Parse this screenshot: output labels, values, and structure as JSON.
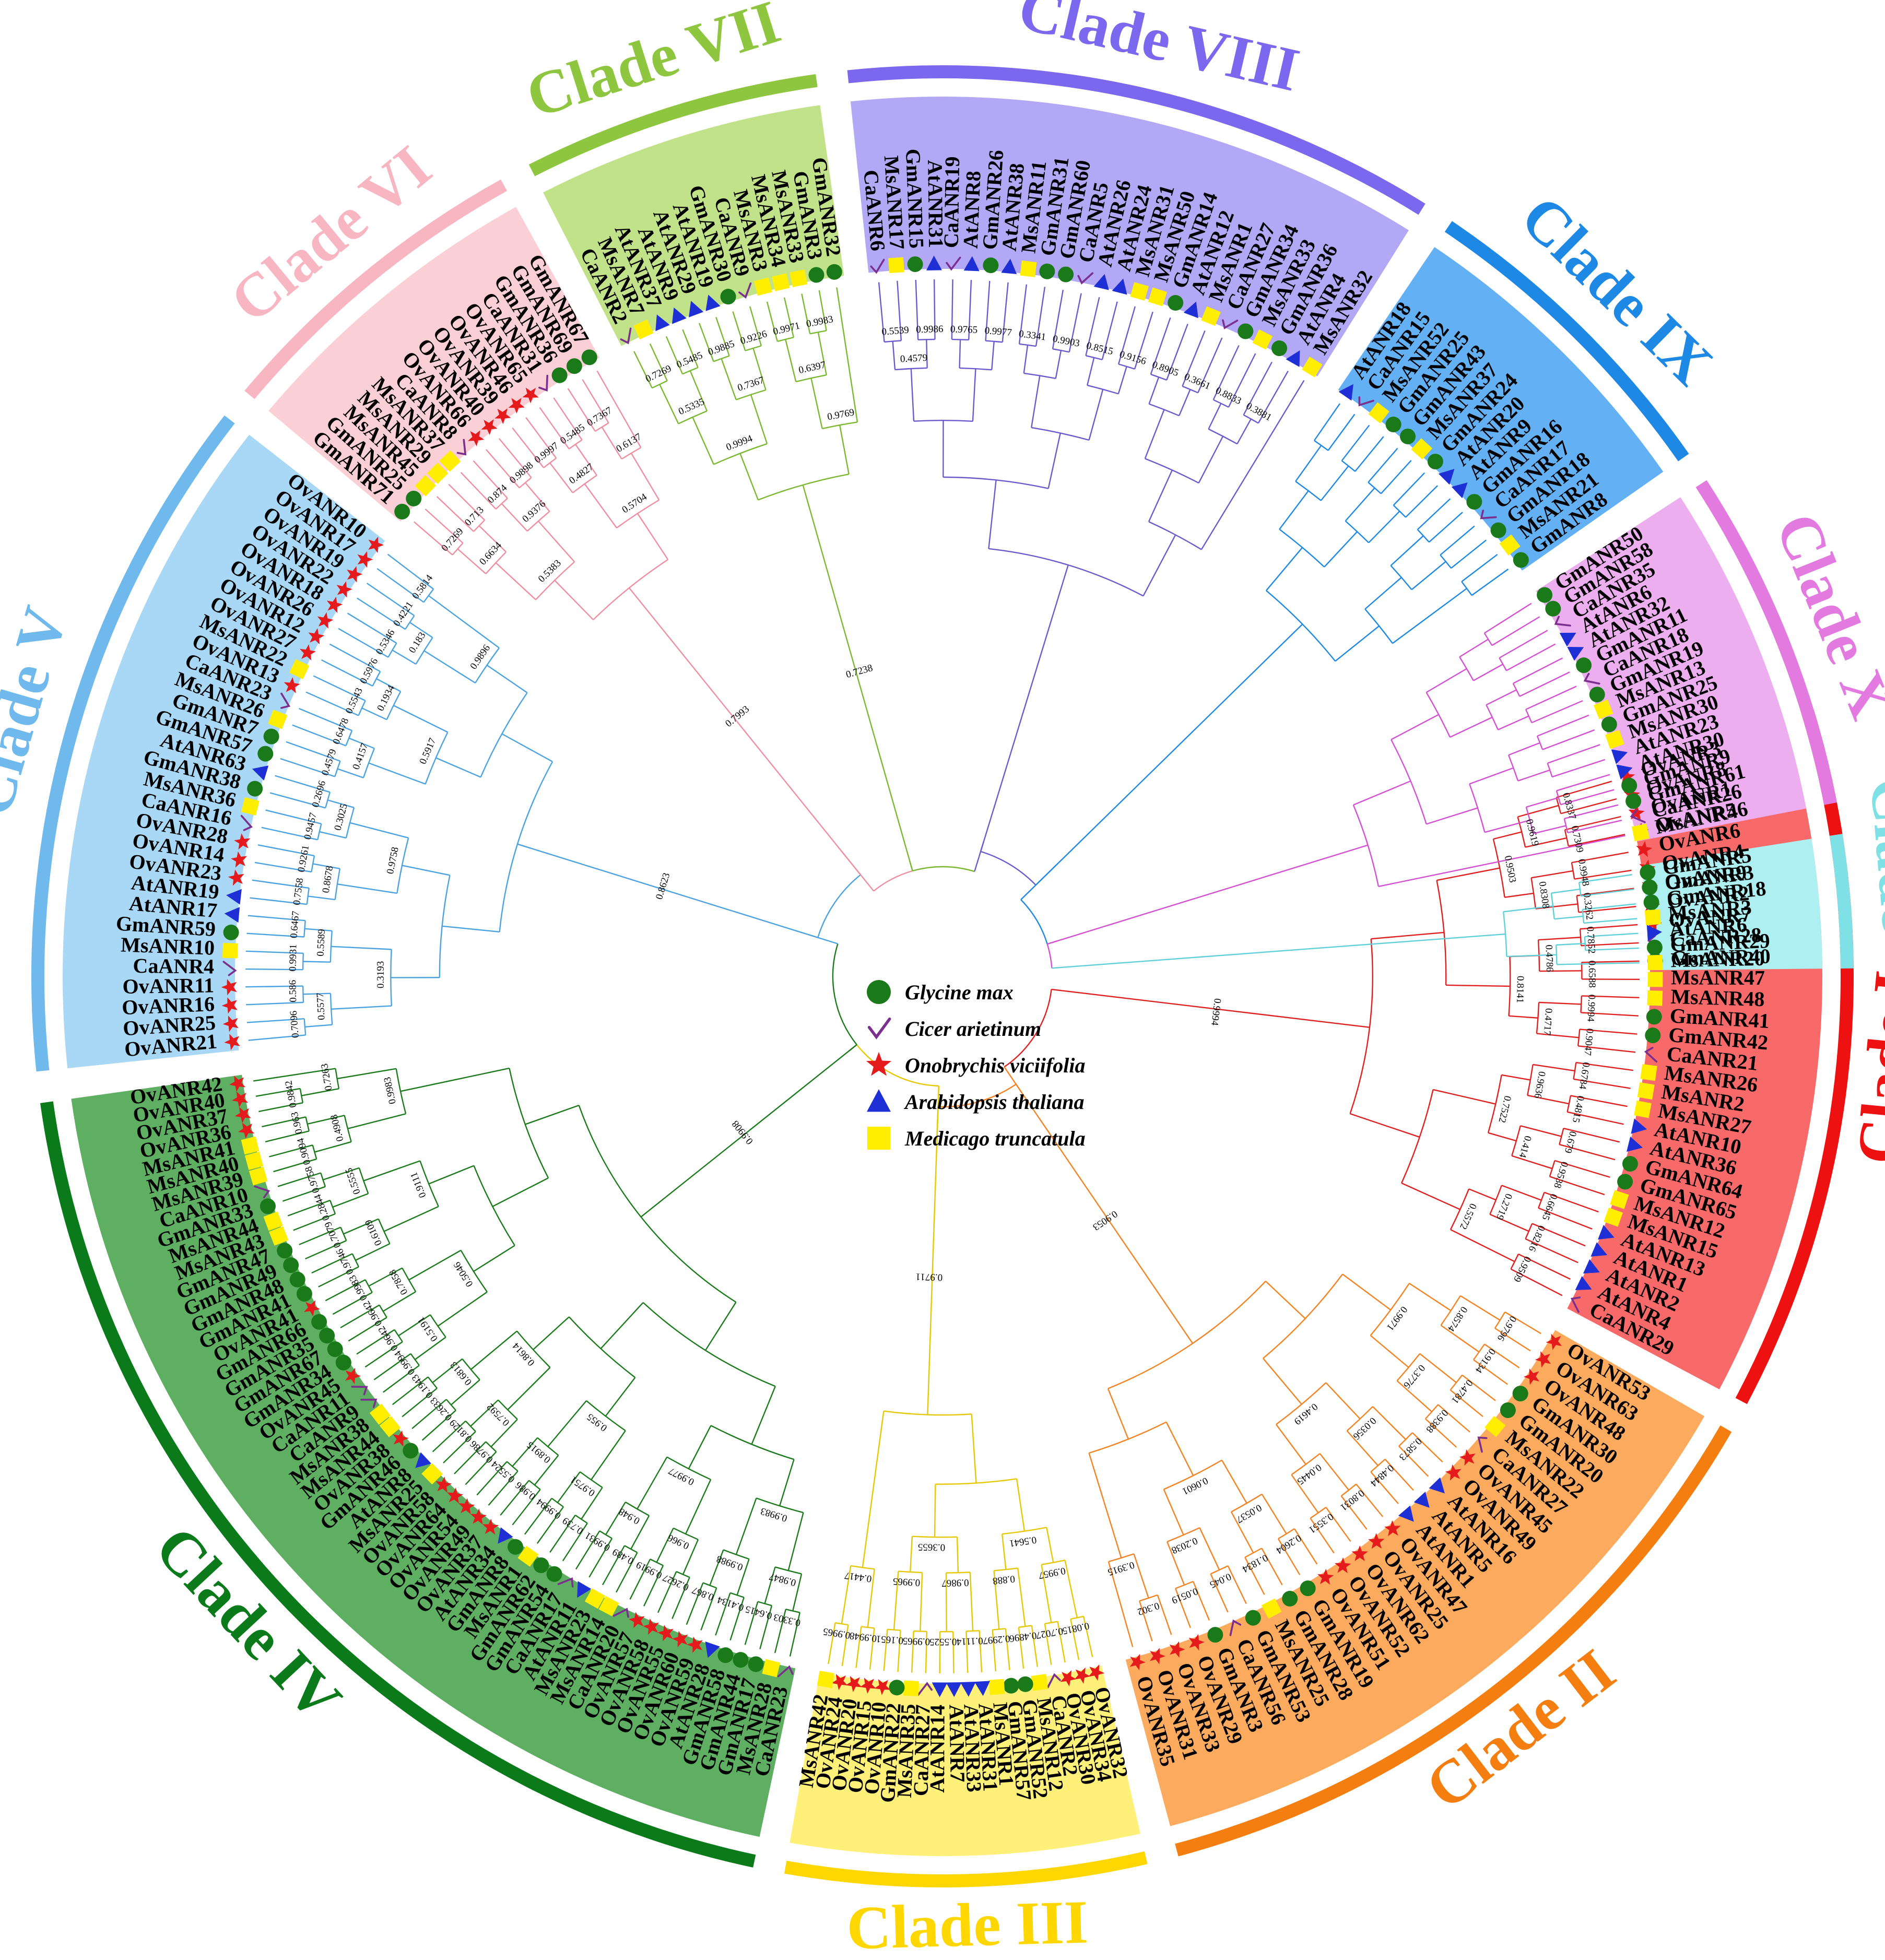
{
  "legend": [
    {
      "species": "Glycine max",
      "shape": "circle",
      "color": "#1a7a1a"
    },
    {
      "species": "Cicer arietinum",
      "shape": "check",
      "color": "#7b2f8f"
    },
    {
      "species": "Onobrychis viciifolia",
      "shape": "star",
      "color": "#e41a1c"
    },
    {
      "species": "Arabidopsis thaliana",
      "shape": "triangle",
      "color": "#1f2fd6"
    },
    {
      "species": "Medicago truncatula",
      "shape": "square",
      "color": "#ffee00"
    }
  ],
  "prefix_species": {
    "Gm": "Glycine max",
    "Ca": "Cicer arietinum",
    "Ov": "Onobrychis viciifolia",
    "At": "Arabidopsis thaliana",
    "Ms": "Medicago truncatula"
  },
  "clades": [
    {
      "label": "Clade I",
      "ring_color": "#ee1111",
      "fill_color": "#f86a6a",
      "branch_color": "#e02020",
      "leaves": [
        "OvANR3",
        "OvANR8",
        "OvANR1",
        "OvANR5",
        "OvANR6",
        "OvANR4",
        "OvANR9",
        "OvANR2",
        "OvANR7",
        "CaANR28",
        "GmANR40",
        "MsANR47",
        "MsANR48",
        "GmANR41",
        "GmANR42",
        "CaANR21",
        "MsANR26",
        "MsANR2",
        "MsANR27",
        "AtANR10",
        "AtANR36",
        "GmANR64",
        "GmANR65",
        "MsANR12",
        "MsANR15",
        "AtANR13",
        "AtANR1",
        "AtANR2",
        "AtANR4",
        "CaANR29"
      ]
    },
    {
      "label": "Clade II",
      "ring_color": "#f57e10",
      "fill_color": "#fcaa5e",
      "branch_color": "#f58220",
      "leaves": [
        "OvANR53",
        "OvANR63",
        "OvANR48",
        "GmANR30",
        "GmANR20",
        "MsANR22",
        "CaANR27",
        "OvANR45",
        "OvANR49",
        "AtANR16",
        "AtANR5",
        "AtANR1",
        "OvANR47",
        "OvANR25",
        "OvANR62",
        "OvANR52",
        "OvANR51",
        "GmANR19",
        "GmANR28",
        "MsANR25",
        "GmANR53",
        "CaANR56",
        "GmANR3",
        "OvANR29",
        "OvANR33",
        "OvANR31",
        "OvANR35"
      ]
    },
    {
      "label": "Clade III",
      "ring_color": "#ffd700",
      "fill_color": "#fff07a",
      "branch_color": "#e6c800",
      "leaves": [
        "OvANR32",
        "OvANR34",
        "OvANR30",
        "CaANR2",
        "MsANR12",
        "GmANR52",
        "GmANR57",
        "MsANR1",
        "AtANR31",
        "AtANR33",
        "AtANR7",
        "AtANR14",
        "CaANR27",
        "MsANR35",
        "GmANR22",
        "OvANR10",
        "OvANR15",
        "OvANR20",
        "OvANR24",
        "MsANR42"
      ]
    },
    {
      "label": "Clade IV",
      "ring_color": "#0a7a1a",
      "fill_color": "#5faf62",
      "branch_color": "#1b7a1b",
      "leaves": [
        "CaANR23",
        "MsANR28",
        "GmANR17",
        "GmANR44",
        "GmANR58",
        "AtANR28",
        "OvANR59",
        "OvANR60",
        "OvANR55",
        "OvANR58",
        "OvANR57",
        "CaANR20",
        "MsANR14",
        "MsANR23",
        "AtANR11",
        "CaANR17",
        "GmANR54",
        "GmANR62",
        "MsANR1",
        "GmANR8",
        "AtANR34",
        "OvANR37",
        "OvANR49",
        "OvANR54",
        "OvANR64",
        "OvANR58",
        "MsANR25",
        "AtANR8",
        "GmANR46",
        "OvANR38",
        "MsANR44",
        "MsANR38",
        "CaANR9",
        "CaANR11",
        "OvANR45",
        "GmANR34",
        "GmANR67",
        "GmANR35",
        "GmANR66",
        "OvANR41",
        "GmANR41",
        "GmANR48",
        "GmANR49",
        "GmANR47",
        "MsANR43",
        "MsANR44",
        "GmANR33",
        "CaANR10",
        "MsANR39",
        "MsANR40",
        "MsANR41",
        "OvANR36",
        "OvANR37",
        "OvANR40",
        "OvANR42"
      ]
    },
    {
      "label": "Clade V",
      "ring_color": "#6fb9ec",
      "fill_color": "#a8d8f5",
      "branch_color": "#4aa3e0",
      "leaves": [
        "OvANR21",
        "OvANR25",
        "OvANR16",
        "OvANR11",
        "CaANR4",
        "MsANR10",
        "GmANR59",
        "AtANR17",
        "AtANR19",
        "OvANR23",
        "OvANR14",
        "OvANR28",
        "CaANR16",
        "MsANR36",
        "GmANR38",
        "AtANR63",
        "GmANR57",
        "GmANR7",
        "MsANR26",
        "CaANR23",
        "OvANR13",
        "MsANR22",
        "OvANR27",
        "OvANR12",
        "OvANR26",
        "OvANR18",
        "OvANR22",
        "OvANR19",
        "OvANR17",
        "OvANR10"
      ]
    },
    {
      "label": "Clade VI",
      "ring_color": "#f7b6c2",
      "fill_color": "#fbcfd6",
      "branch_color": "#f08ea0",
      "leaves": [
        "GmANR71",
        "GmANR25",
        "MsANR45",
        "MsANR29",
        "MsANR37",
        "CaANR8",
        "OvANR66",
        "OvANR40",
        "OvANR39",
        "OvANR46",
        "OvANR65",
        "CaANR31",
        "GmANR36",
        "GmANR69",
        "GmANR67"
      ]
    },
    {
      "label": "Clade VII",
      "ring_color": "#8ec63f",
      "fill_color": "#c2e28a",
      "branch_color": "#7ab830",
      "leaves": [
        "CaANR2",
        "MsANR7",
        "AtANR37",
        "AtANR9",
        "AtANR29",
        "AtANR19",
        "GmANR30",
        "CaANR9",
        "MsANR3",
        "MsANR34",
        "MsANR33",
        "GmANR3",
        "GmANR32"
      ]
    },
    {
      "label": "Clade VIII",
      "ring_color": "#7b68ee",
      "fill_color": "#b3a8f5",
      "branch_color": "#6a5acd",
      "leaves": [
        "CaANR6",
        "MsANR17",
        "GmANR15",
        "AtANR31",
        "CaANR19",
        "AtANR8",
        "GmANR26",
        "AtANR38",
        "MsANR11",
        "GmANR31",
        "GmANR60",
        "CaANR5",
        "AtANR26",
        "AtANR24",
        "MsANR31",
        "MsANR50",
        "GmANR14",
        "AtANR12",
        "MsANR1",
        "CaANR27",
        "GmANR34",
        "MsANR33",
        "GmANR36",
        "AtANR4",
        "MsANR32"
      ]
    },
    {
      "label": "Clade IX",
      "ring_color": "#1e88e5",
      "fill_color": "#64b0f4",
      "branch_color": "#1e88e5",
      "leaves": [
        "AtANR18",
        "CaANR15",
        "MsANR52",
        "GmANR25",
        "GmANR43",
        "MsANR37",
        "GmANR24",
        "AtANR20",
        "AtANR9",
        "GmANR16",
        "CaANR17",
        "GmANR18",
        "MsANR21",
        "GmANR8"
      ]
    },
    {
      "label": "Clade X",
      "ring_color": "#e27ae0",
      "fill_color": "#edaef0",
      "branch_color": "#d54fd3",
      "leaves": [
        "GmANR50",
        "GmANR58",
        "CaANR35",
        "AtANR6",
        "AtANR32",
        "GmANR11",
        "CaANR18",
        "GmANR19",
        "MsANR13",
        "GmANR25",
        "MsANR30",
        "AtANR23",
        "AtANR30",
        "GmANR9",
        "GmANR61",
        "CaANR26",
        "MsANR46"
      ]
    },
    {
      "label": "Clade XI",
      "ring_color": "#7fe0e5",
      "fill_color": "#aef0f2",
      "branch_color": "#5fd0d8",
      "leaves": [
        "GmANR5",
        "GmANR3",
        "GmANR18",
        "MsANR3",
        "AtANR6",
        "GmANR29",
        "MsANR20"
      ]
    }
  ],
  "support_values": [
    "0.8337",
    "0.7309",
    "0.9948",
    "0.3262",
    "0.7852",
    "0.6588",
    "0.9994",
    "0.9047",
    "0.6784",
    "0.4815",
    "0.679",
    "0.9538",
    "0.6645",
    "0.8216",
    "0.9509",
    "0.9619",
    "0.8308",
    "0.4786",
    "0.4717",
    "0.9636",
    "0.414",
    "0.2719",
    "0.9503",
    "0.8141",
    "0.7522",
    "0.5572",
    "0.9994",
    "0.9796",
    "0.9134",
    "0.4781",
    "0.9388",
    "0.5873",
    "0.4844",
    "0.8031",
    "0.3551",
    "0.2604",
    "0.1834",
    "0.045",
    "0.0519",
    "0.302",
    "0.8574",
    "0.3776",
    "0.0356",
    "0.0445",
    "0.0537",
    "0.2038",
    "0.3915",
    "0.9971",
    "0.4619",
    "0.0601",
    "0.9053",
    "0.0815",
    "0.7027",
    "0.4896",
    "0.2997",
    "0.1114",
    "0.5525",
    "0.9965",
    "0.1651",
    "0.9948",
    "0.9965",
    "0.9957",
    "0.888",
    "0.9867",
    "0.9965",
    "0.4417",
    "0.5641",
    "0.3655",
    "0.9711",
    "0.3303",
    "0.6415",
    "0.4134",
    "0.867",
    "0.2627",
    "0.9919",
    "0.489",
    "0.9931",
    "0.739",
    "0.9994",
    "0.986",
    "0.5524",
    "0.9786",
    "0.8129",
    "0.2633",
    "0.1943",
    "0.9994",
    "0.9642",
    "0.9642",
    "0.9983",
    "0.9746",
    "0.7079",
    "0.2844",
    "0.9758",
    "0.9094",
    "0.963",
    "0.9842",
    "0.9847",
    "0.9988",
    "0.966",
    "0.948",
    "0.9751",
    "0.8915",
    "0.7592",
    "0.6813",
    "0.5191",
    "0.7858",
    "0.6109",
    "0.5555",
    "0.4908",
    "0.7263",
    "0.9983",
    "0.9977",
    "0.955",
    "0.8614",
    "0.5046",
    "0.9111",
    "0.9983",
    "0.9908",
    "0.7096",
    "0.586",
    "0.9931",
    "0.6467",
    "0.7558",
    "0.9261",
    "0.9457",
    "0.2696",
    "0.4579",
    "0.6478",
    "0.5543",
    "0.5976",
    "0.5346",
    "0.4221",
    "0.5814",
    "0.5577",
    "0.5589",
    "0.8678",
    "0.3025",
    "0.4157",
    "0.1934",
    "0.183",
    "0.3193",
    "0.9758",
    "0.5917",
    "0.9896",
    "0.8623",
    "0.7269",
    "0.713",
    "0.874",
    "0.9898",
    "0.9997",
    "0.5485",
    "0.7367",
    "0.6634",
    "0.9376",
    "0.4827",
    "0.6137",
    "0.5383",
    "0.5704",
    "0.7993",
    "0.7269",
    "0.5485",
    "0.9885",
    "0.9226",
    "0.9971",
    "0.9983",
    "0.5335",
    "0.7367",
    "0.6397",
    "0.9994",
    "0.9769",
    "0.7238",
    "0.5539",
    "0.9986",
    "0.9765",
    "0.9977",
    "0.3341",
    "0.9903",
    "0.8515",
    "0.9156",
    "0.8905",
    "0.3661",
    "0.8833",
    "0.3881",
    "0.4579"
  ]
}
